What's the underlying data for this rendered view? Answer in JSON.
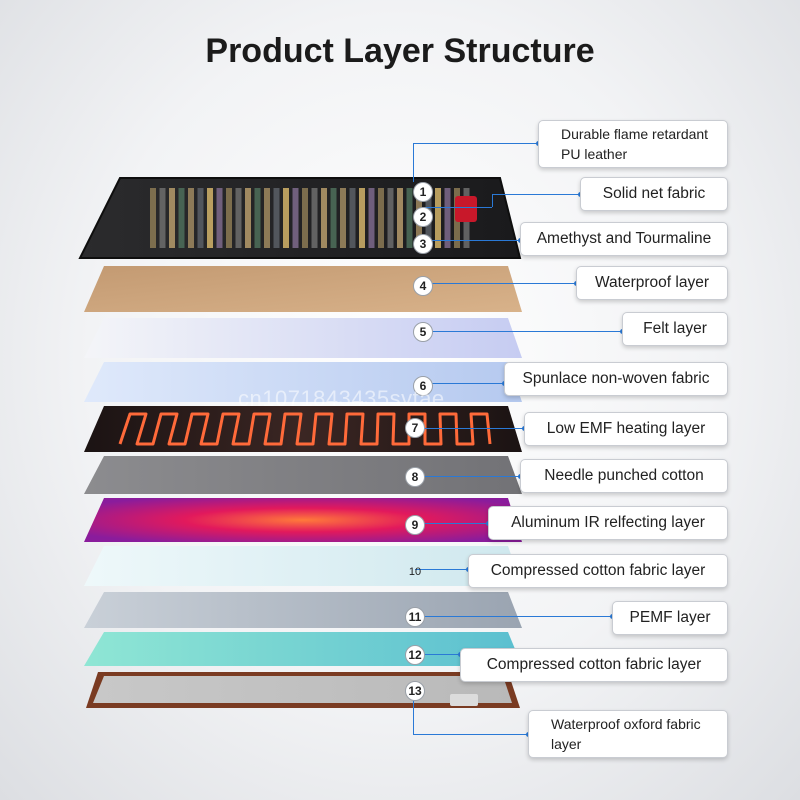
{
  "title": "Product Layer Structure",
  "layers": [
    {
      "number": "1",
      "label": "Durable flame retardant PU leather"
    },
    {
      "number": "2",
      "label": "Solid net fabric"
    },
    {
      "number": "3",
      "label": "Amethyst and Tourmaline"
    },
    {
      "number": "4",
      "label": "Waterproof layer"
    },
    {
      "number": "5",
      "label": "Felt layer"
    },
    {
      "number": "6",
      "label": "Spunlace non-woven fabric"
    },
    {
      "number": "7",
      "label": "Low EMF heating layer"
    },
    {
      "number": "8",
      "label": "Needle punched cotton"
    },
    {
      "number": "9",
      "label": "Aluminum IR relfecting layer"
    },
    {
      "number": "10",
      "label": "Compressed cotton fabric layer"
    },
    {
      "number": "11",
      "label": "PEMF layer"
    },
    {
      "number": "12",
      "label": "Compressed cotton fabric layer"
    },
    {
      "number": "13",
      "label": "Waterproof oxford fabric layer"
    }
  ],
  "watermark": "cn1071843435svtae",
  "colors": {
    "accent": "#2a79d6"
  }
}
